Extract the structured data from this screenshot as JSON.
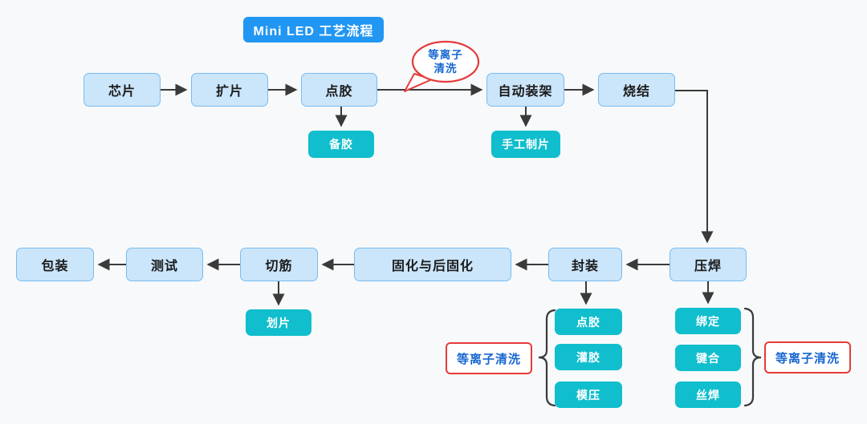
{
  "title": {
    "label": "Mini LED 工艺流程"
  },
  "bubble": {
    "line1": "等离子",
    "line2": "清洗"
  },
  "nodes": {
    "chip": "芯片",
    "expand": "扩片",
    "dispense": "点胶",
    "auto_mount": "自动装架",
    "sinter": "烧结",
    "prepare_glue": "备胶",
    "manual_sheet": "手工制片",
    "weld": "压焊",
    "encapsulate": "封装",
    "cure": "固化与后固化",
    "trim": "切筋",
    "test": "测试",
    "package": "包装",
    "scribe": "划片",
    "encap_dispense": "点胶",
    "fill_glue": "灌胶",
    "mold": "模压",
    "bind": "绑定",
    "bond": "键合",
    "wire_weld": "丝焊"
  },
  "plasma": {
    "left": "等离子清洗",
    "right": "等离子清洗"
  },
  "colors": {
    "background": "#f8f9fa",
    "title_blue": "#2196f3",
    "box_fill": "#cbe5fa",
    "box_border": "#79bcf0",
    "teal": "#10becd",
    "red": "#e53b3b",
    "label_blue": "#1766d1",
    "arrow": "#3a3a3a"
  }
}
